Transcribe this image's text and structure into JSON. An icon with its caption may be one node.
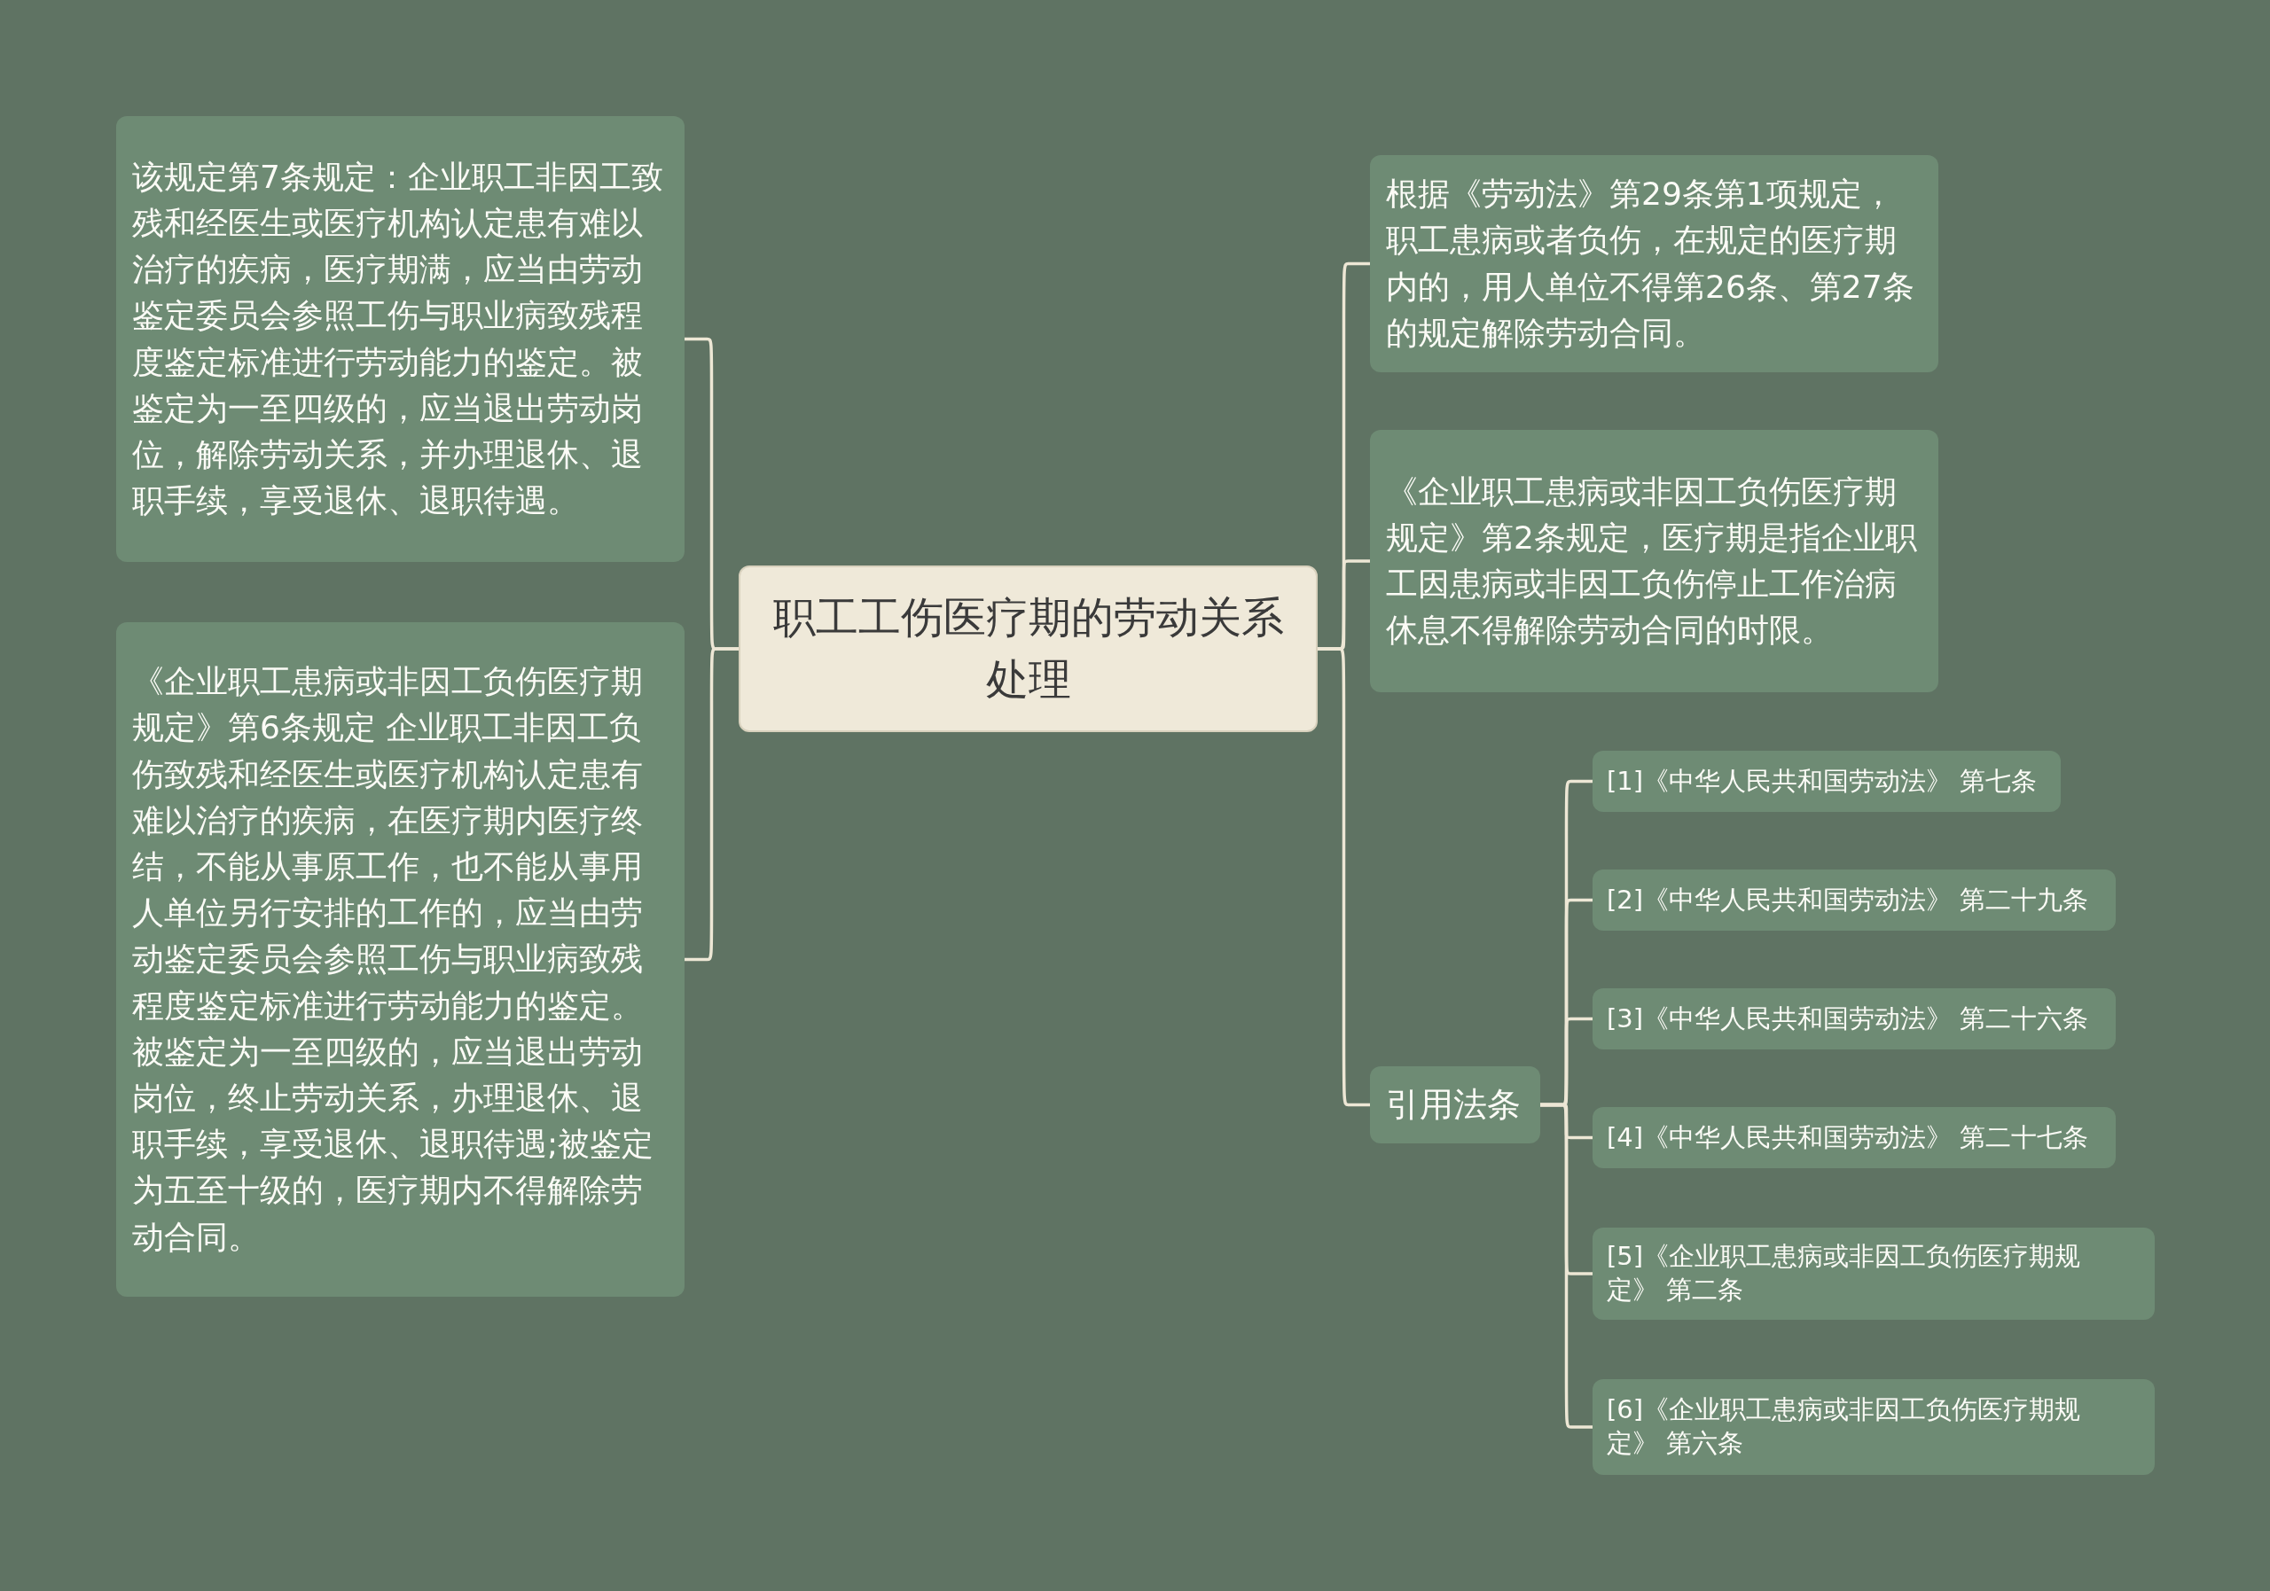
{
  "diagram": {
    "nodes": [
      {
        "text": [
          "职工工伤医疗期的劳动关系处理"
        ]
      },
      {
        "text": [
          "该规定第7条规定：企业职工非因工致残和经医生或医疗机构认定患有难以治疗的疾病，医疗期满，应当由劳动鉴定委员会参照工伤与职业病致残程度鉴定标准进行劳动能力的鉴定。被鉴定为一至四级的，应当退出劳动岗位，解除劳动关系，并办理退休、退职手续，享受退休、退职待遇。"
        ]
      },
      {
        "text": [
          "《企业职工患病或非因工负伤医疗期规定》第6条规定 企业职工非因工负伤致残和经医生或医疗机构认定患有难以治疗的疾病，在医疗期内医疗终结，不能从事原工作，也不能从事用人单位另行安排的工作的，应当由劳动鉴定委员会参照工伤与职业病致残程度鉴定标准进行劳动能力的鉴定。被鉴定为一至四级的，应当退出劳动岗位，终止劳动关系，办理退休、退职手续，享受退休、退职待遇;被鉴定为五至十级的，医疗期内不得解除劳动合同。"
        ]
      },
      {
        "text": [
          "根据《劳动法》第29条第1项规定，职工患病或者负伤，在规定的医疗期内的，用人单位不得第26条、第27条的规定解除劳动合同。"
        ]
      },
      {
        "text": [
          "《企业职工患病或非因工负伤医疗期规定》第2条规定，医疗期是指企业职工因患病或非因工负伤停止工作治病休息不得解除劳动合同的时限。"
        ]
      },
      {
        "text": [
          "引用法条"
        ]
      },
      {
        "text": [
          "[1]《中华人民共和国劳动法》 第七条"
        ]
      },
      {
        "text": [
          "[2]《中华人民共和国劳动法》 第二十九条"
        ]
      },
      {
        "text": [
          "[3]《中华人民共和国劳动法》 第二十六条"
        ]
      },
      {
        "text": [
          "[4]《中华人民共和国劳动法》 第二十七条"
        ]
      },
      {
        "text": [
          "[5]《企业职工患病或非因工负伤医疗期规定》 第二条"
        ]
      },
      {
        "text": [
          "[6]《企业职工患病或非因工负伤医疗期规定》 第六条"
        ]
      }
    ],
    "edges": [
      {
        "from": 0,
        "to": 1,
        "arrow": "none"
      },
      {
        "from": 0,
        "to": 2,
        "arrow": "none"
      },
      {
        "from": 0,
        "to": 3,
        "arrow": "none"
      },
      {
        "from": 0,
        "to": 4,
        "arrow": "none"
      },
      {
        "from": 0,
        "to": 5,
        "arrow": "none"
      },
      {
        "from": 5,
        "to": 6,
        "arrow": "none"
      },
      {
        "from": 5,
        "to": 7,
        "arrow": "none"
      },
      {
        "from": 5,
        "to": 8,
        "arrow": "none"
      },
      {
        "from": 5,
        "to": 9,
        "arrow": "none"
      },
      {
        "from": 5,
        "to": 10,
        "arrow": "none"
      },
      {
        "from": 5,
        "to": 11,
        "arrow": "none"
      }
    ]
  }
}
